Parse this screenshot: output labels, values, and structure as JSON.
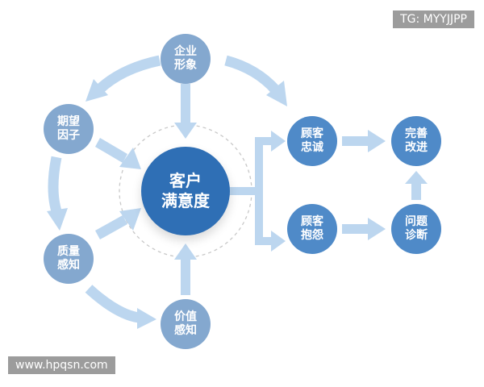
{
  "watermark_top": "TG: MYYJJPP",
  "watermark_bottom": "www.hpqsn.com",
  "nodes": {
    "center": "客户\n满意度",
    "corporate_image": "企业\n形象",
    "expectation": "期望\n因子",
    "quality": "质量\n感知",
    "value": "价值\n感知",
    "loyalty": "顾客\n忠诚",
    "complaint": "顾客\n抱怨",
    "improve": "完善\n改进",
    "diagnose": "问题\n诊断"
  },
  "colors": {
    "arrow": "#bcd6ef",
    "node_light": "#84a8cf",
    "node_mid": "#4f8ac8",
    "node_center": "#2f6fb5",
    "ring": "#c8c8c8"
  }
}
